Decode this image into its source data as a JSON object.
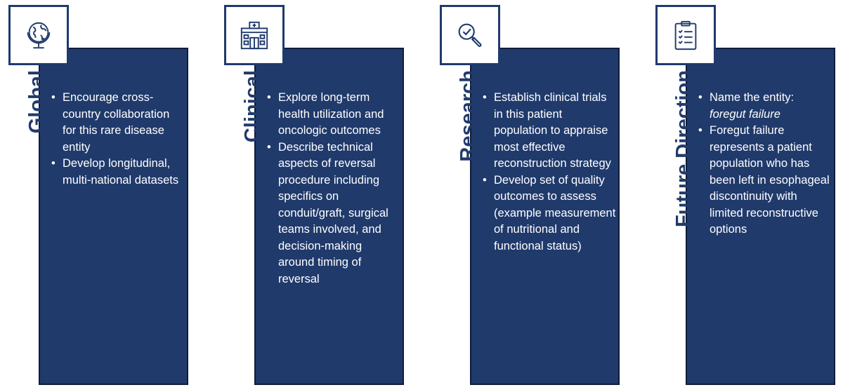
{
  "columns": [
    {
      "title": "Global",
      "icon": "globe-icon",
      "bullets": [
        {
          "text": "Encourage cross-country collaboration for this rare disease entity"
        },
        {
          "text": "Develop longitudinal, multi-national datasets"
        }
      ]
    },
    {
      "title": "Clinical",
      "icon": "hospital-icon",
      "bullets": [
        {
          "text": "Explore long-term health utilization and oncologic outcomes"
        },
        {
          "text": "Describe technical aspects of reversal procedure including specifics on conduit/graft, surgical teams involved, and decision-making around timing of reversal"
        }
      ]
    },
    {
      "title": "Research",
      "icon": "magnifier-check-icon",
      "bullets": [
        {
          "text": "Establish clinical trials in this patient population to appraise most effective reconstruction strategy"
        },
        {
          "text": "Develop set of quality outcomes to assess (example measurement of nutritional and functional status)"
        }
      ]
    },
    {
      "title": "Future Direction",
      "icon": "clipboard-checklist-icon",
      "bullets": [
        {
          "text": "Name the entity:",
          "italic": "foregut failure"
        },
        {
          "text": "Foregut failure represents a patient population who has been left in esophageal discontinuity with limited reconstructive options"
        }
      ]
    }
  ],
  "colors": {
    "card": "#203a6b",
    "border": "#1f3a6e",
    "text": "#ffffff"
  }
}
